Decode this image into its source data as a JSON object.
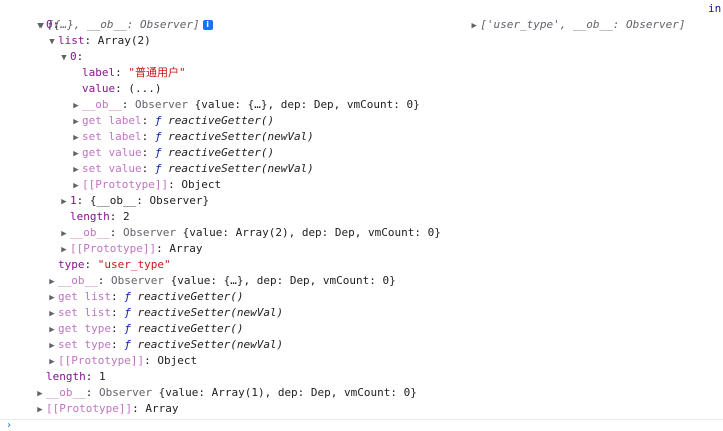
{
  "header": {
    "summary": "[{…}, __ob__: Observer]",
    "info": "i",
    "right_summary": "['user_type', __ob__: Observer]",
    "link": "in"
  },
  "tree": [
    {
      "key": "0",
      "sep": ":"
    },
    {
      "key": "list",
      "sep": ": ",
      "val": "Array(2)"
    },
    {
      "key": "0",
      "sep": ":"
    },
    {
      "key": "label",
      "sep": ": ",
      "val": "\"普通用户\""
    },
    {
      "key": "value",
      "sep": ": ",
      "val": "(...)"
    },
    {
      "key": "__ob__",
      "sep": ": ",
      "val": "Observer {value: {…}, dep: Dep, vmCount: 0}"
    },
    {
      "key": "get label",
      "sep": ": ",
      "glyph": "ƒ",
      "val": "reactiveGetter()"
    },
    {
      "key": "set label",
      "sep": ": ",
      "glyph": "ƒ",
      "val": "reactiveSetter(newVal)"
    },
    {
      "key": "get value",
      "sep": ": ",
      "glyph": "ƒ",
      "val": "reactiveGetter()"
    },
    {
      "key": "set value",
      "sep": ": ",
      "glyph": "ƒ",
      "val": "reactiveSetter(newVal)"
    },
    {
      "key": "[[Prototype]]",
      "sep": ": ",
      "val": "Object"
    },
    {
      "key": "1",
      "sep": ": ",
      "val": "{__ob__: Observer}"
    },
    {
      "key": "length",
      "sep": ": ",
      "val": "2"
    },
    {
      "key": "__ob__",
      "sep": ": ",
      "val": "Observer {value: Array(2), dep: Dep, vmCount: 0}"
    },
    {
      "key": "[[Prototype]]",
      "sep": ": ",
      "val": "Array"
    },
    {
      "key": "type",
      "sep": ": ",
      "val": "\"user_type\""
    },
    {
      "key": "__ob__",
      "sep": ": ",
      "val": "Observer {value: {…}, dep: Dep, vmCount: 0}"
    },
    {
      "key": "get list",
      "sep": ": ",
      "glyph": "ƒ",
      "val": "reactiveGetter()"
    },
    {
      "key": "set list",
      "sep": ": ",
      "glyph": "ƒ",
      "val": "reactiveSetter(newVal)"
    },
    {
      "key": "get type",
      "sep": ": ",
      "glyph": "ƒ",
      "val": "reactiveGetter()"
    },
    {
      "key": "set type",
      "sep": ": ",
      "glyph": "ƒ",
      "val": "reactiveSetter(newVal)"
    },
    {
      "key": "[[Prototype]]",
      "sep": ": ",
      "val": "Object"
    },
    {
      "key": "length",
      "sep": ": ",
      "val": "1"
    },
    {
      "key": "__ob__",
      "sep": ": ",
      "val": "Observer {value: Array(1), dep: Dep, vmCount: 0}"
    },
    {
      "key": "[[Prototype]]",
      "sep": ": ",
      "val": "Array"
    }
  ],
  "colors": {
    "key": "#881391",
    "string": "#c41a16",
    "number": "#1c00cf",
    "accent": "#1a73e8"
  },
  "icons": {
    "expanded": "triangle-down-icon",
    "collapsed": "triangle-right-icon",
    "info": "info-icon"
  }
}
